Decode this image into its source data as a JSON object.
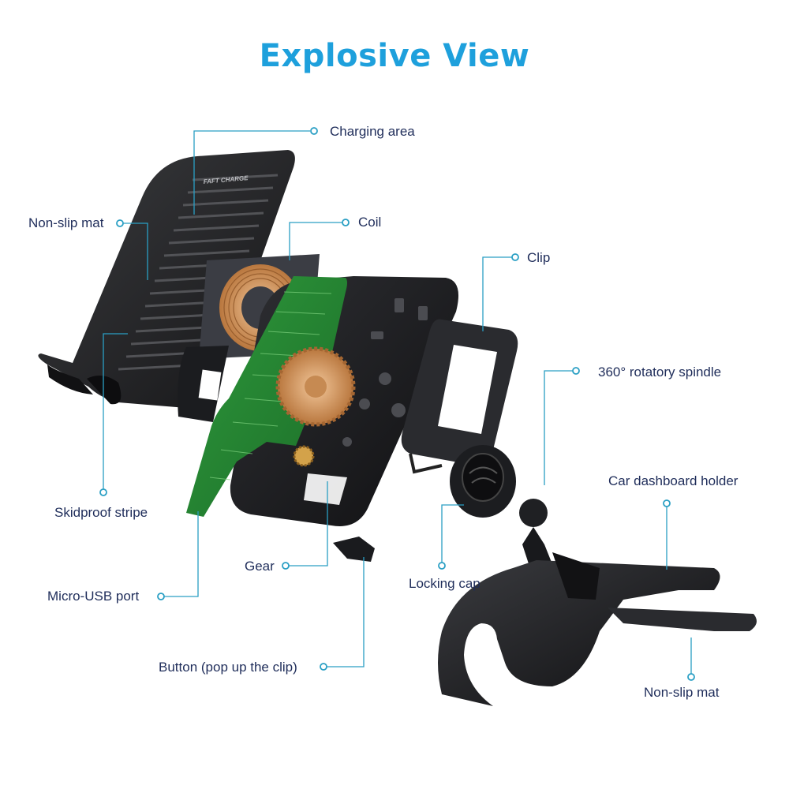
{
  "title": "Explosive View",
  "embossed_text": "FAFT CHARGE",
  "accent_color": "#2a9fc4",
  "labels": {
    "charging_area": "Charging  area",
    "non_slip_mat_top": "Non-slip mat",
    "coil": "Coil",
    "clip": "Clip",
    "rotatory_spindle": "360°  rotatory spindle",
    "car_dashboard_holder": "Car dashboard holder",
    "skidproof_stripe": "Skidproof stripe",
    "gear": "Gear",
    "locking_cap": "Locking cap",
    "micro_usb_port": "Micro-USB port",
    "button": "Button (pop up the clip)",
    "non_slip_mat_bottom": "Non-slip mat"
  }
}
